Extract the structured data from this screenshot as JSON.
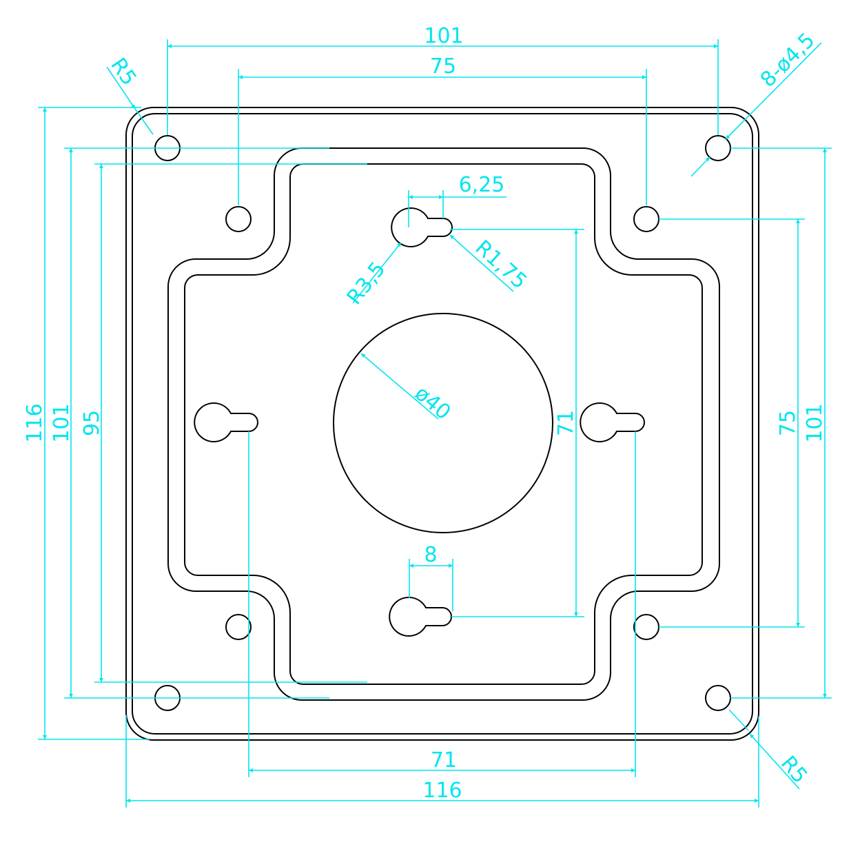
{
  "colors": {
    "part_lines": "#000000",
    "dimension_lines": "#00e5ee",
    "background": "#ffffff"
  },
  "dimensions": {
    "top_hole_spacing_101": "101",
    "top_hole_spacing_75": "75",
    "corner_radius_top_left": "R5",
    "hole_count_diameter": "8-ø4,5",
    "slot_width": "6,25",
    "keyhole_radius_large": "R3,5",
    "keyhole_radius_small": "R1,75",
    "center_hole_diameter": "ø40",
    "overall_height": "116",
    "left_height_101": "101",
    "left_height_95": "95",
    "keyhole_vertical_spacing": "71",
    "right_height_75": "75",
    "right_height_101": "101",
    "bottom_keyhole_width": "8",
    "keyhole_horizontal_spacing": "71",
    "overall_width": "116",
    "corner_radius_bottom_right": "R5"
  }
}
